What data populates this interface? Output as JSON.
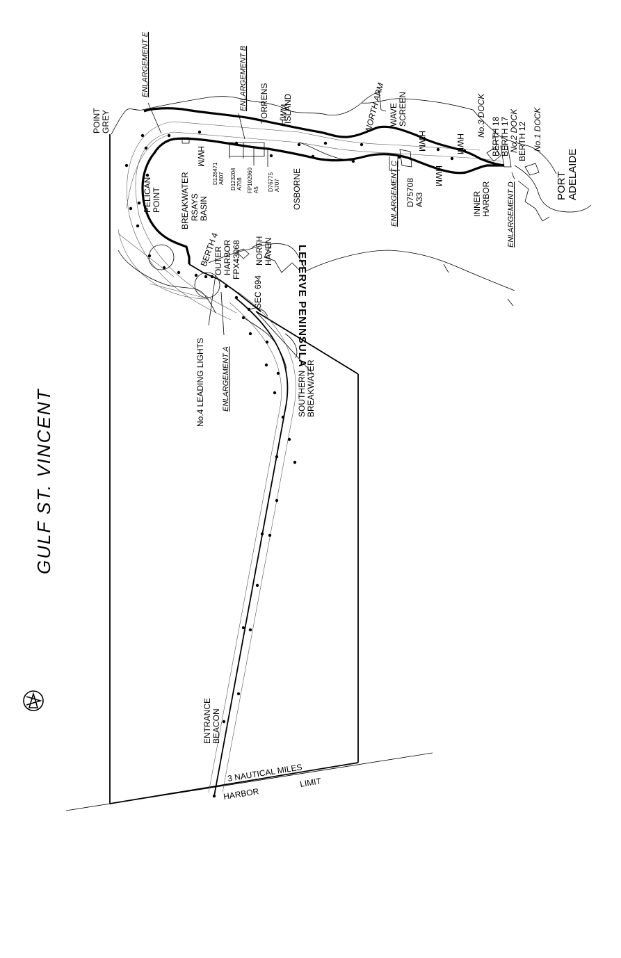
{
  "map": {
    "water_body": "GULF ST. VINCENT",
    "peninsula": "LEFERVE PENINSULA",
    "places": {
      "point_grey": [
        "POINT",
        "GREY"
      ],
      "pelican_point": [
        "PELICAN",
        "POINT"
      ],
      "torrens_island": [
        "TORRENS",
        "ISLAND"
      ],
      "osborne": "OSBORNE",
      "north_haven": [
        "NORTH",
        "HAVEN"
      ],
      "outer_harbor": [
        "OUTER",
        "HARBOR"
      ],
      "inner_harbor": [
        "INNER",
        "HARBOR"
      ],
      "port_adelaide": [
        "PORT",
        "ADELAIDE"
      ],
      "north_arm": "NORTH ARM",
      "wave_screen": [
        "WAVE",
        "SCREEN"
      ]
    },
    "features": {
      "breakwater": "BREAKWATER",
      "rsays_basin": [
        "RSAYS",
        "BASIN"
      ],
      "berth4": "BERTH 4",
      "sec694": "SEC 694",
      "fpx": "FPX43068",
      "southern_breakwater": [
        "SOUTHERN",
        "BREAKWATER"
      ],
      "leading_lights": "No.4 LEADING LIGHTS",
      "entrance_beacon": [
        "ENTRANCE",
        "BEACON"
      ],
      "berth18": "BERTH 18",
      "berth17": "BERTH 17",
      "berth12": "BERTH 12",
      "no3dock": "No.3 DOCK",
      "no2dock": "No.2 DOCK",
      "no1dock": "No.1 DOCK"
    },
    "hwm": "HWM",
    "enlargements": {
      "a": "ENLARGEMENT A",
      "b": "ENLARGEMENT B",
      "c": "ENLARGEMENT C",
      "d": "ENLARGEMENT D",
      "e": "ENLARGEMENT E"
    },
    "parcels": {
      "p1": [
        "D128471",
        "A807"
      ],
      "p2": [
        "D123204",
        "A708"
      ],
      "p3": [
        "FP102960",
        "A5"
      ],
      "p4": [
        "D76775",
        "A707"
      ],
      "p5": [
        "D75708",
        "A33"
      ]
    },
    "limit": {
      "miles": "3 NAUTICAL MILES",
      "harbor": "HARBOR",
      "limit": "LIMIT"
    }
  }
}
